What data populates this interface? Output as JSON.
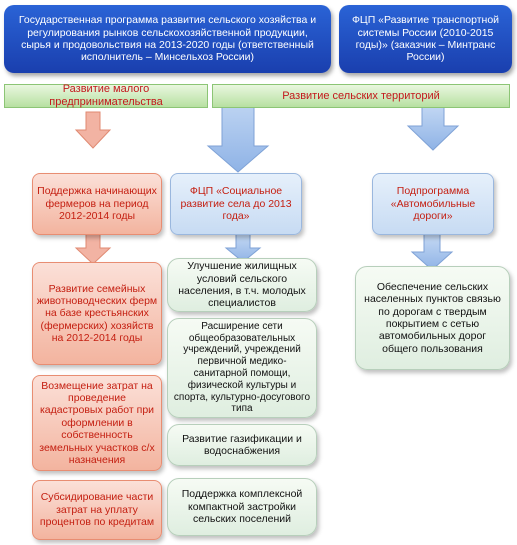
{
  "top_left": "Государственная программа развития сельского хозяйства и регулирования рынков сельскохозяйственной продукции, сырья и продовольствия на 2013-2020 годы (ответственный исполнитель – Минсельхоз России)",
  "top_right": "ФЦП «Развитие транспортной системы России (2010-2015 годы)» (заказчик – Минтранс России)",
  "bar_left": "Развитие малого предпринимательства",
  "bar_right": "Развитие сельских территорий",
  "red1": "Поддержка начинающих фермеров на период 2012-2014 годы",
  "red2": "Развитие семейных животноводческих ферм на базе крестьянских (фермерских) хозяйств на 2012-2014 годы",
  "red3": "Возмещение затрат на проведение кадастровых работ при оформлении в собственность земельных участков с/х назначения",
  "red4": "Субсидирование части затрат на уплату процентов по кредитам",
  "fcp_social": "ФЦП «Социальное развитие села до 2013 года»",
  "subprogram": "Подпрограмма «Автомобильные дороги»",
  "social1": "Улучшение жилищных условий сельского населения, в т.ч. молодых специалистов",
  "social2": "Расширение сети общеобразовательных учреждений, учреждений первичной медико-санитарной помощи, физической культуры и спорта, культурно-досугового типа",
  "social3": "Развитие газификации и водоснабжения",
  "social4": "Поддержка комплексной компактной застройки сельских поселений",
  "roads1": "Обеспечение сельских населенных пунктов связью по дорогам с твердым покрытием с сетью автомобильных дорог общего пользования",
  "colors": {
    "blue": "#1f4fc4",
    "arrow": "#a9c6ec",
    "red_text": "#c41e10",
    "green": "#c8e8b5"
  }
}
